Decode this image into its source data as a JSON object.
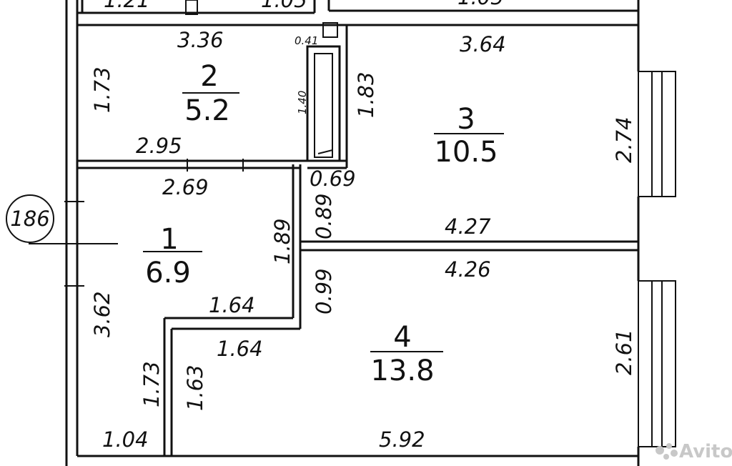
{
  "building_number": "186",
  "watermark": "Avito",
  "top_partial": {
    "a": "1.21",
    "b": "1.05",
    "c": "1.05"
  },
  "rooms": [
    {
      "number": "1",
      "area": "6.9"
    },
    {
      "number": "2",
      "area": "5.2"
    },
    {
      "number": "3",
      "area": "10.5"
    },
    {
      "number": "4",
      "area": "13.8"
    }
  ],
  "dims": {
    "r2_top": "3.36",
    "r2_left": "1.73",
    "r2_bottom": "2.95",
    "closet_width": "0.41",
    "closet_depth": "1.40",
    "r3_top": "3.64",
    "r3_left": "1.83",
    "r3_right": "2.74",
    "r3_bottom": "4.27",
    "r1_top": "2.69",
    "corridor_0_69": "0.69",
    "corridor_0_89": "0.89",
    "r1_right": "1.89",
    "r4_top": "4.26",
    "r4_left_upper": "0.99",
    "r1_step_upper": "1.64",
    "r4_step_lower": "1.64",
    "r1_left": "3.62",
    "r1_bottom_left": "1.73",
    "r4_left": "1.63",
    "r1_bottom": "1.04",
    "r4_bottom": "5.92",
    "r4_right": "2.61"
  }
}
